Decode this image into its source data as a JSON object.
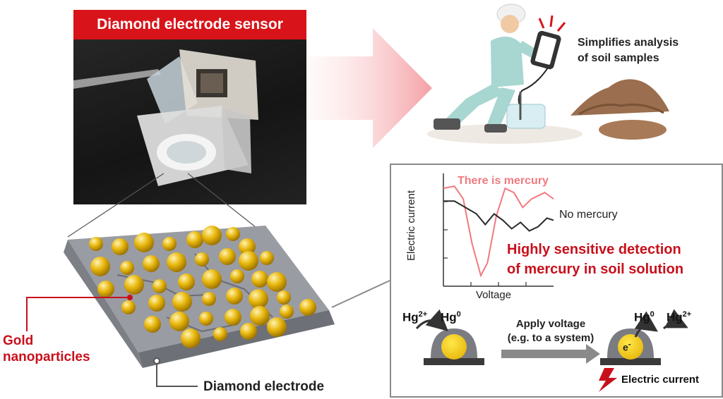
{
  "photo": {
    "title": "Diamond electrode sensor"
  },
  "worker": {
    "caption_line1": "Simplifies analysis",
    "caption_line2": "of soil samples"
  },
  "electrode": {
    "gold_label_line1": "Gold",
    "gold_label_line2": "nanoparticles",
    "diamond_label": "Diamond electrode"
  },
  "chart_data": {
    "type": "line",
    "xlabel": "Voltage",
    "ylabel": "Electric current",
    "series": [
      {
        "name": "There is mercury",
        "color": "#f07a80",
        "x": [
          0,
          0.5,
          0.9,
          1.3,
          1.7,
          2.0,
          2.4,
          2.8,
          3.2,
          3.6,
          4.0,
          4.6,
          5.0
        ],
        "y": [
          2.1,
          2.2,
          1.6,
          -0.5,
          -2.0,
          -1.4,
          0.8,
          2.1,
          1.9,
          1.2,
          1.6,
          1.9,
          1.6
        ]
      },
      {
        "name": "No mercury",
        "color": "#2a2a2a",
        "x": [
          0,
          0.5,
          1.0,
          1.5,
          1.9,
          2.3,
          2.7,
          3.1,
          3.5,
          3.9,
          4.3,
          4.7,
          5.0
        ],
        "y": [
          1.5,
          1.5,
          1.2,
          0.9,
          0.4,
          0.9,
          0.6,
          0.2,
          0.5,
          0.1,
          0.3,
          0.7,
          0.6
        ]
      }
    ]
  },
  "detection": {
    "line1": "Highly sensitive detection",
    "line2": "of mercury in soil solution"
  },
  "mechanism": {
    "left_in": "Hg2+",
    "left_out": "Hg0",
    "arrow_line1": "Apply voltage",
    "arrow_line2": "(e.g. to a system)",
    "right_in": "Hg0",
    "right_out": "Hg2+",
    "electron": "e-",
    "current_label": "Electric current"
  },
  "colors": {
    "accent_red": "#d8141a",
    "gold": "#e8b70c",
    "diamond_grey": "#8e9097",
    "arrow_pink": "#f7b8bb"
  }
}
